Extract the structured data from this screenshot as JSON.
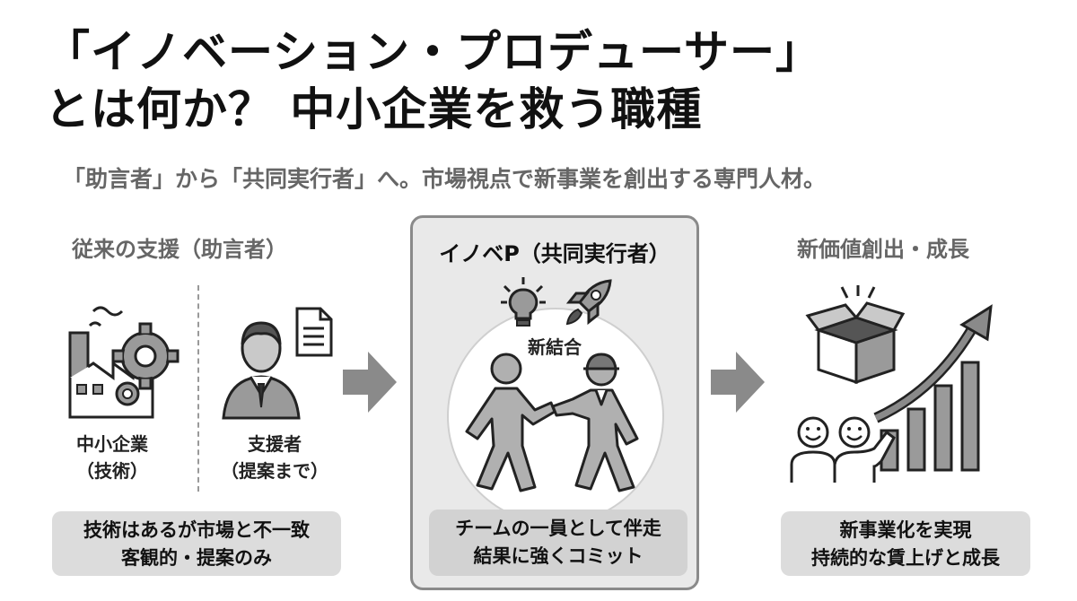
{
  "title": {
    "line1": "「イノベーション・プロデューサー」",
    "line2": "とは何か？ 中小企業を救う職種"
  },
  "subtitle": "「助言者」から「共同実行者」へ。市場視点で新事業を創出する専門人材。",
  "left": {
    "heading": "従来の支援（助言者）",
    "sme": {
      "line1": "中小企業",
      "line2": "（技術）"
    },
    "supporter": {
      "line1": "支援者",
      "line2": "（提案まで）"
    },
    "box": {
      "line1": "技術はあるが市場と不一致",
      "line2": "客観的・提案のみ"
    }
  },
  "center": {
    "heading": "イノベP（共同実行者）",
    "bond": "新結合",
    "box": {
      "line1": "チームの一員として伴走",
      "line2": "結果に強くコミット"
    }
  },
  "right": {
    "heading": "新価値創出・成長",
    "box": {
      "line1": "新事業化を実現",
      "line2": "持続的な賃上げと成長"
    }
  },
  "colors": {
    "arrow": "#8a8a8a",
    "icon_fill": "#9a9a9a",
    "icon_stroke": "#222222",
    "panel": "#e9e9e9"
  },
  "icons": [
    "factory-gear-icon",
    "businessman-document-icon",
    "lightbulb-icon",
    "rocket-icon",
    "handshake-people-icon",
    "open-box-icon",
    "growth-chart-arrow-icon",
    "smiling-people-icon"
  ]
}
